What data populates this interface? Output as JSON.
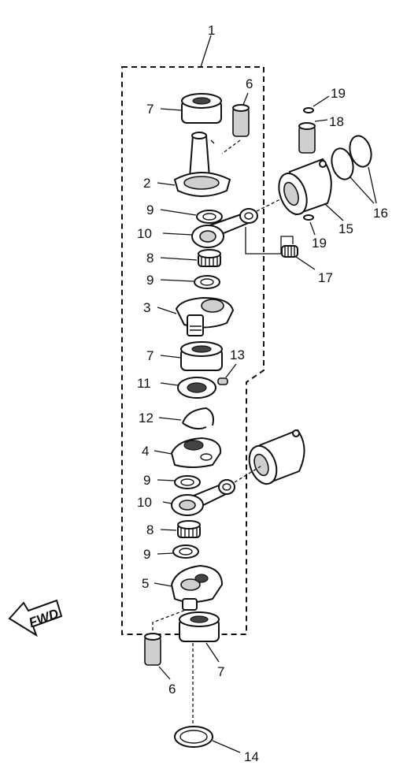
{
  "labels": {
    "l1": "1",
    "l2": "2",
    "l3": "3",
    "l4": "4",
    "l5": "5",
    "l6a": "6",
    "l6b": "6",
    "l7a": "7",
    "l7b": "7",
    "l7c": "7",
    "l8a": "8",
    "l8b": "8",
    "l9a": "9",
    "l9b": "9",
    "l9c": "9",
    "l9d": "9",
    "l10a": "10",
    "l10b": "10",
    "l11": "11",
    "l12": "12",
    "l13": "13",
    "l14": "14",
    "l15": "15",
    "l16": "16",
    "l17": "17",
    "l18": "18",
    "l19a": "19",
    "l19b": "19"
  },
  "fwd_label": "FWD"
}
